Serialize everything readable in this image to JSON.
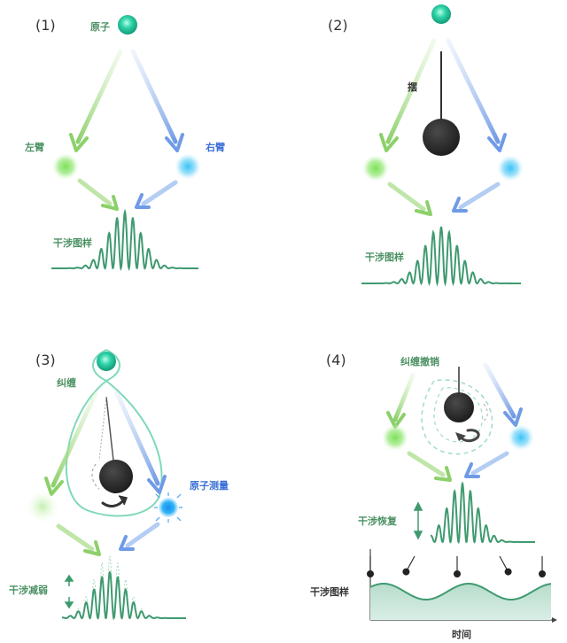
{
  "colors": {
    "green": "#3f9a6f",
    "green_label": "#4b9163",
    "blue_label": "#3a6fd6",
    "atom": "#22c39a",
    "green_arrow": "#8fcf6d",
    "blue_arrow": "#7aa4ea",
    "green_dot": "#8fe36f",
    "blue_dot": "#53c7f5",
    "pendulum": "#2b2b2b",
    "wave": "#3f9a6f",
    "area_fill": "#cfe8dd"
  },
  "panels": [
    {
      "number": "(1)",
      "atom_label": "原子",
      "left_label": "左臂",
      "right_label": "右臂",
      "pattern_label": "干涉图样"
    },
    {
      "number": "(2)",
      "pendulum_label": "摆",
      "pattern_label": "干涉图样"
    },
    {
      "number": "(3)",
      "entangle_label": "纠缠",
      "measure_label": "原子测量",
      "pattern_label": "干涉减弱"
    },
    {
      "number": "(4)",
      "disentangle_label": "纠缠撤销",
      "pattern_label": "干涉恢复",
      "plot_ylabel": "干涉图样",
      "plot_xlabel": "时间"
    }
  ]
}
